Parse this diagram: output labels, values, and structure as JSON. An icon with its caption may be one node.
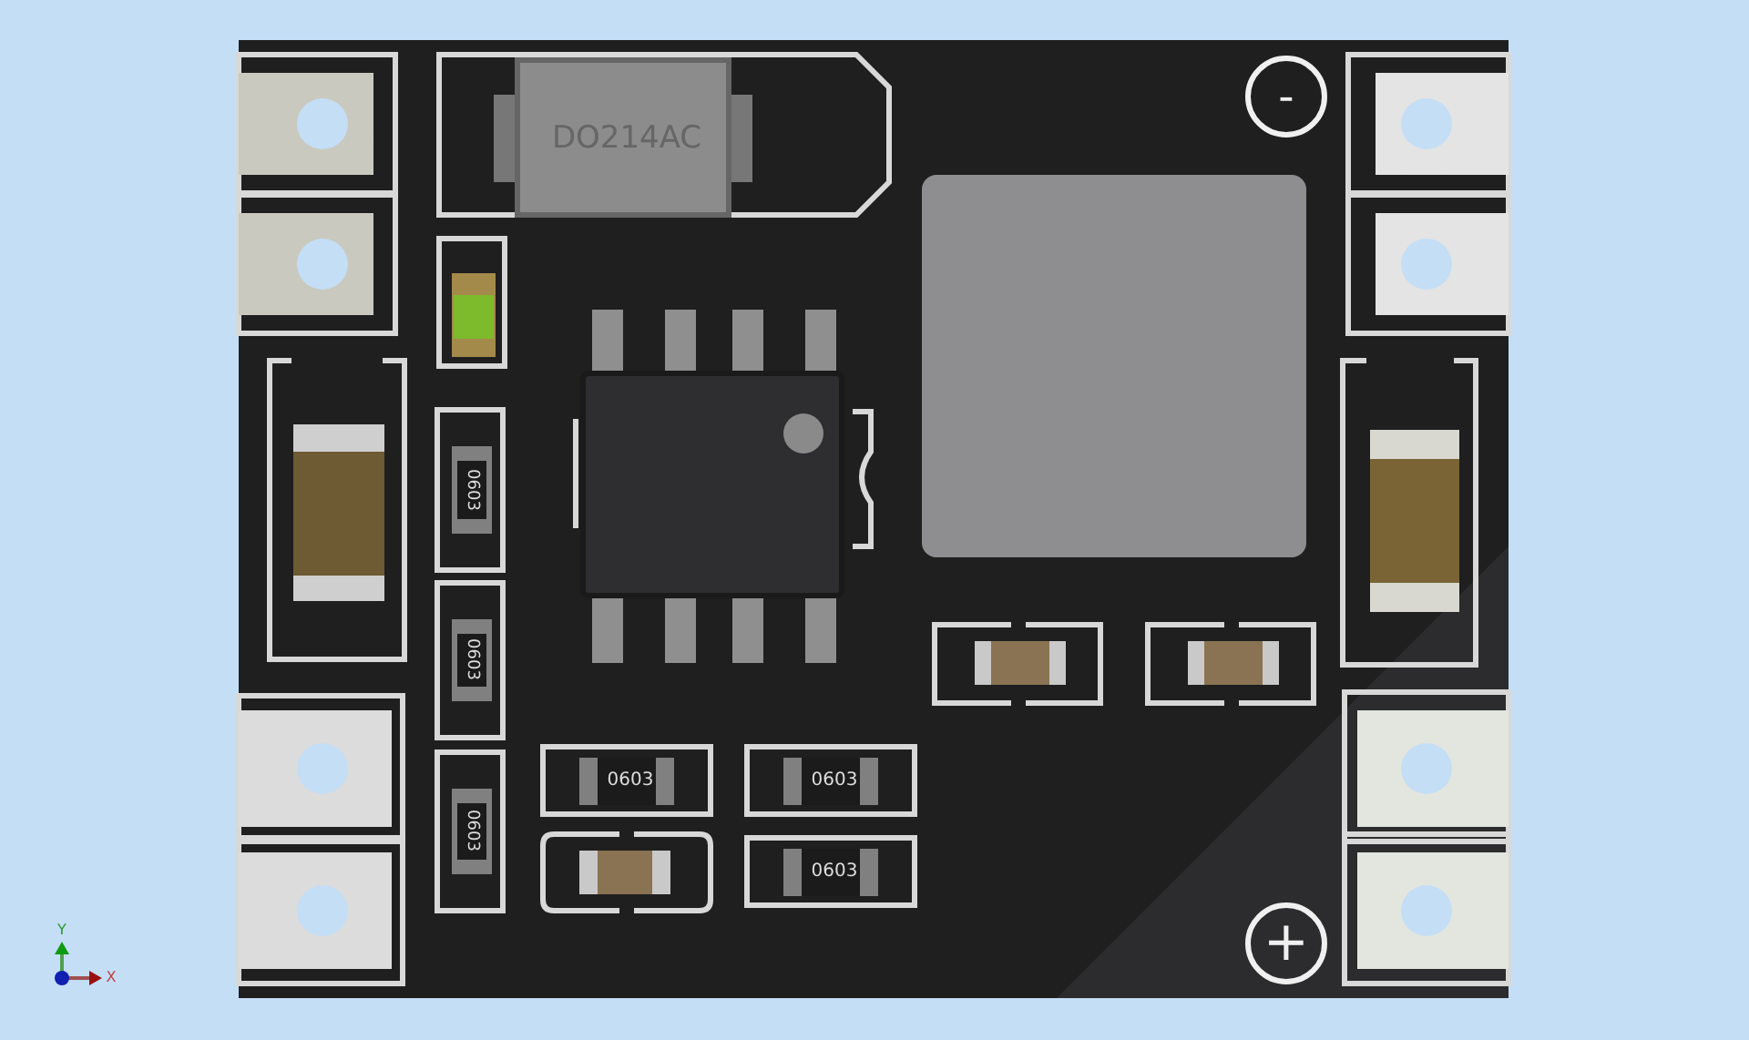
{
  "diagram": {
    "labels": [
      "DO214AC",
      "-",
      "0603",
      "0603",
      "0603",
      "0603",
      "0603",
      "0603",
      "+",
      "Y",
      "X"
    ]
  }
}
